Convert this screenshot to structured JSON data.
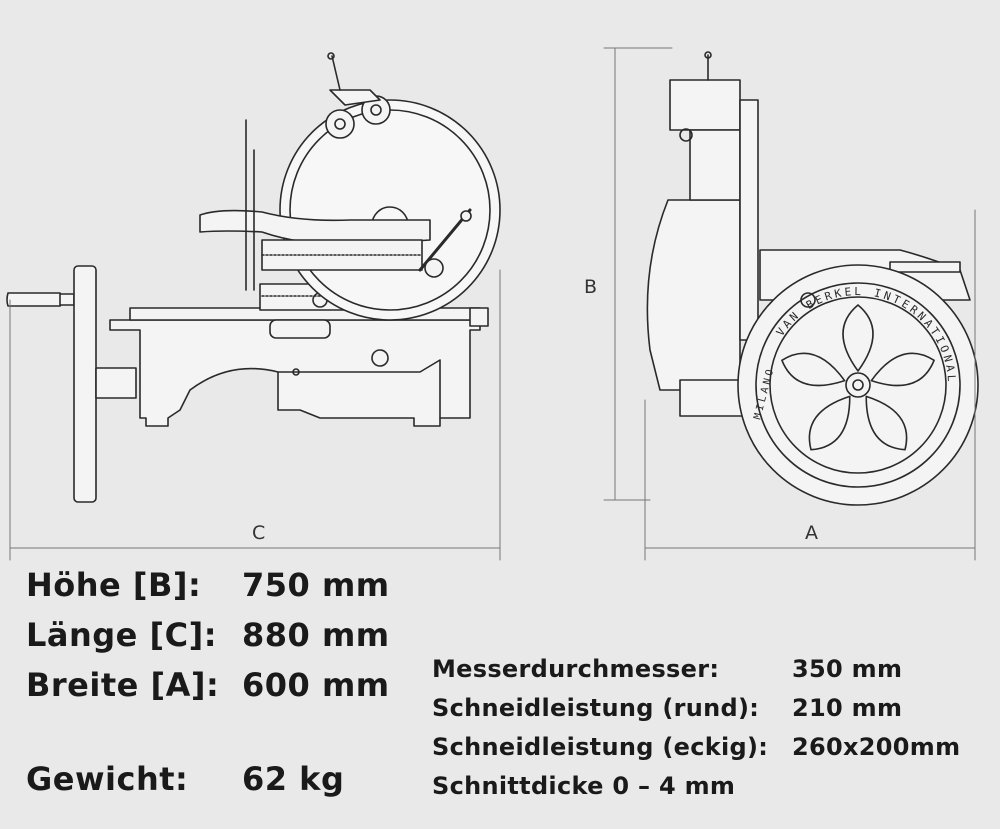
{
  "dimension_labels": {
    "b": "B",
    "c": "C",
    "a": "A"
  },
  "wheel_text": "VAN BERKEL INTERNATIONAL",
  "wheel_city": "MILANO",
  "main_specs": [
    {
      "label": "Höhe [B]:",
      "value": "750 mm"
    },
    {
      "label": "Länge [C]:",
      "value": "880 mm"
    },
    {
      "label": "Breite [A]:",
      "value": "600 mm"
    },
    {
      "label": "Gewicht:",
      "value": "62 kg"
    }
  ],
  "detail_specs": [
    {
      "label": "Messerdurchmesser:",
      "value": "350 mm"
    },
    {
      "label": "Schneidleistung (rund):",
      "value": "210 mm"
    },
    {
      "label": "Schneidleistung (eckig):",
      "value": "260x200mm"
    },
    {
      "label": "Schnittdicke 0 – 4 mm",
      "value": ""
    }
  ]
}
